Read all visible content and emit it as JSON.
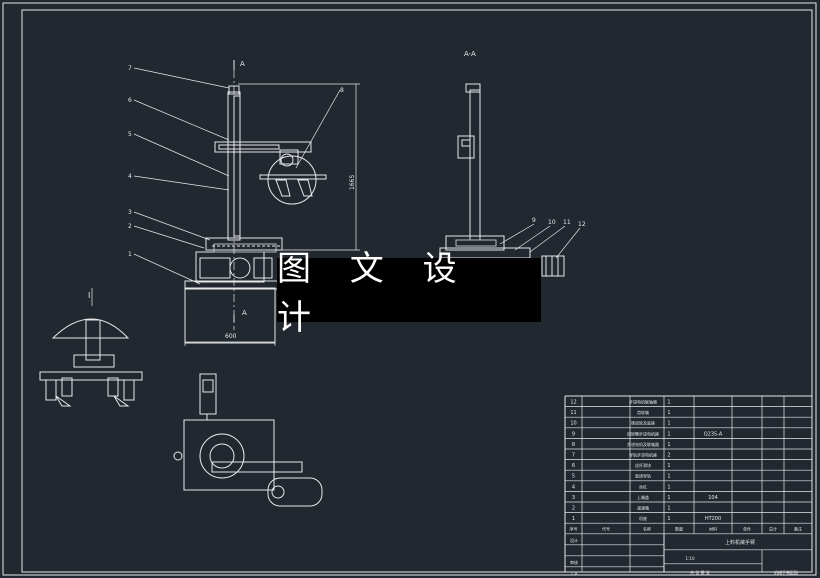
{
  "watermark": "图 文 设 计",
  "view_labels": {
    "section_top": "A",
    "section_bottom": "A",
    "section_aa": "A-A",
    "side_marker": "I"
  },
  "dimensions": {
    "height": "1665",
    "width": "600"
  },
  "leaders": {
    "left": [
      "7",
      "6",
      "5",
      "4",
      "3",
      "2",
      "1"
    ],
    "top_right": "8",
    "right": [
      "9",
      "10",
      "11",
      "12"
    ]
  },
  "bom": {
    "rows": [
      {
        "no": "12",
        "name": "步进电机联轴器",
        "qty": "1",
        "material": ""
      },
      {
        "no": "11",
        "name": "齿轮轴",
        "qty": "1",
        "material": ""
      },
      {
        "no": "10",
        "name": "锥齿轮及底座",
        "qty": "1",
        "material": ""
      },
      {
        "no": "9",
        "name": "回转臂步进电机座",
        "qty": "1",
        "material": "Q235-A"
      },
      {
        "no": "8",
        "name": "步进电机及联轴器",
        "qty": "1",
        "material": ""
      },
      {
        "no": "7",
        "name": "导轨步进电机座",
        "qty": "2",
        "material": ""
      },
      {
        "no": "6",
        "name": "丝杆滑块",
        "qty": "1",
        "material": ""
      },
      {
        "no": "5",
        "name": "直线导轨",
        "qty": "1",
        "material": ""
      },
      {
        "no": "4",
        "name": "丝杠",
        "qty": "1",
        "material": ""
      },
      {
        "no": "3",
        "name": "上端盖",
        "qty": "1",
        "material": "104"
      },
      {
        "no": "2",
        "name": "减速箱",
        "qty": "1",
        "material": ""
      },
      {
        "no": "1",
        "name": "机座",
        "qty": "1",
        "material": "HT200"
      }
    ],
    "header": [
      "序号",
      "代号",
      "名称",
      "数量",
      "材料",
      "单件",
      "总计",
      "备注"
    ],
    "title_block": {
      "designer": "设计",
      "checker": "审核",
      "process": "工艺",
      "title": "上料机械手臂",
      "scale": "1:10",
      "sheet": "共 张 第 张",
      "assembly": "机械手装配图"
    }
  }
}
